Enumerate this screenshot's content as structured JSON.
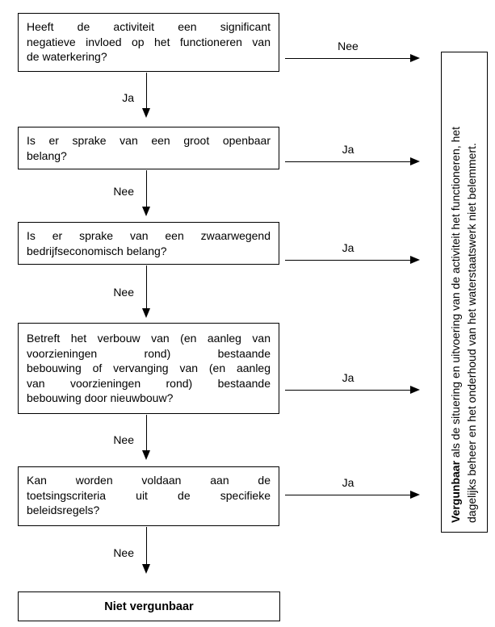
{
  "flow": {
    "boxes": [
      {
        "lines": [
          "Heeft de activiteit een significant",
          "negatieve invloed op het functioneren van",
          "de waterkering?"
        ],
        "text": "Heeft de activiteit een significant negatieve invloed op het functioneren van de waterkering?",
        "side_label": "Nee",
        "down_label": "Ja"
      },
      {
        "lines": [
          "Is er sprake van een groot openbaar",
          "belang?"
        ],
        "text": "Is er sprake van een groot openbaar belang?",
        "side_label": "Ja",
        "down_label": "Nee"
      },
      {
        "lines": [
          "Is er sprake van een zwaarwegend",
          "bedrijfseconomisch belang?"
        ],
        "text": "Is er sprake van een zwaarwegend bedrijfseconomisch belang?",
        "side_label": "Ja",
        "down_label": "Nee"
      },
      {
        "lines": [
          "Betreft het verbouw van (en aanleg van",
          "voorzieningen rond) bestaande",
          "bebouwing of vervanging van (en aanleg",
          "van voorzieningen rond) bestaande",
          "bebouwing door nieuwbouw?"
        ],
        "text": "Betreft het verbouw van (en aanleg van voorzieningen rond) bestaande bebouwing of vervanging van (en aanleg van voorzieningen rond) bestaande bebouwing door nieuwbouw?",
        "side_label": "Ja",
        "down_label": "Nee"
      },
      {
        "lines": [
          "Kan worden voldaan aan de",
          "toetsingscriteria uit de specifieke",
          "beleidsregels?"
        ],
        "text": "Kan worden voldaan aan de toetsingscriteria uit de specifieke beleidsregels?",
        "side_label": "Ja",
        "down_label": "Nee"
      }
    ],
    "outcome_negative": "Niet vergunbaar",
    "outcome_positive": {
      "bold": "Vergunbaar",
      "line1_rest": " als de situering en uitvoering van de activiteit het functioneren, het",
      "line2": "dagelijks beheer en het onderhoud van het waterstaatswerk niet belemmert.",
      "full_text": "Vergunbaar als de situering en uitvoering van de activiteit het functioneren, het dagelijks beheer en het onderhoud van het waterstaatswerk niet belemmert."
    }
  },
  "colors": {
    "line": "#000000",
    "text": "#000000",
    "background": "#ffffff"
  }
}
